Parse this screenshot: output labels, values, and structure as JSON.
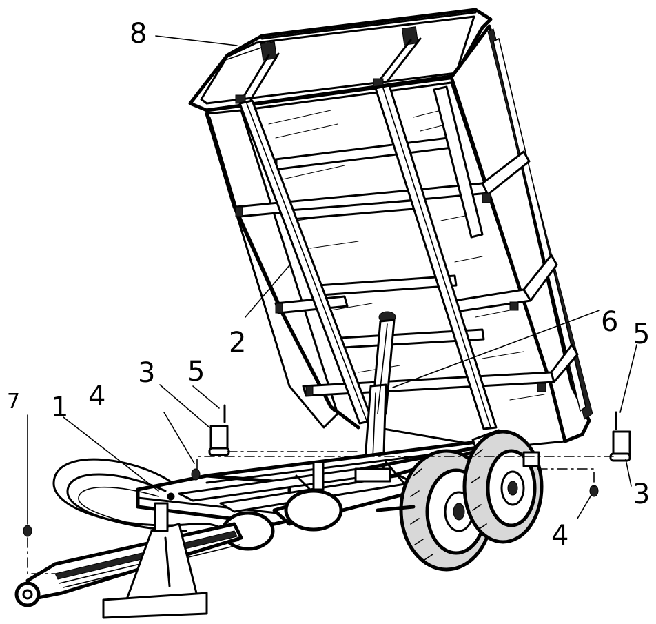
{
  "callouts": [
    {
      "id": "1",
      "label": "1"
    },
    {
      "id": "2",
      "label": "2"
    },
    {
      "id": "3a",
      "label": "3"
    },
    {
      "id": "3b",
      "label": "3"
    },
    {
      "id": "4a",
      "label": "4"
    },
    {
      "id": "4b",
      "label": "4"
    },
    {
      "id": "5a",
      "label": "5"
    },
    {
      "id": "5b",
      "label": "5"
    },
    {
      "id": "6",
      "label": "6"
    },
    {
      "id": "7",
      "label": "7"
    },
    {
      "id": "8",
      "label": "8"
    }
  ],
  "colors": {
    "ink": "#000000",
    "paper": "#ffffff"
  }
}
